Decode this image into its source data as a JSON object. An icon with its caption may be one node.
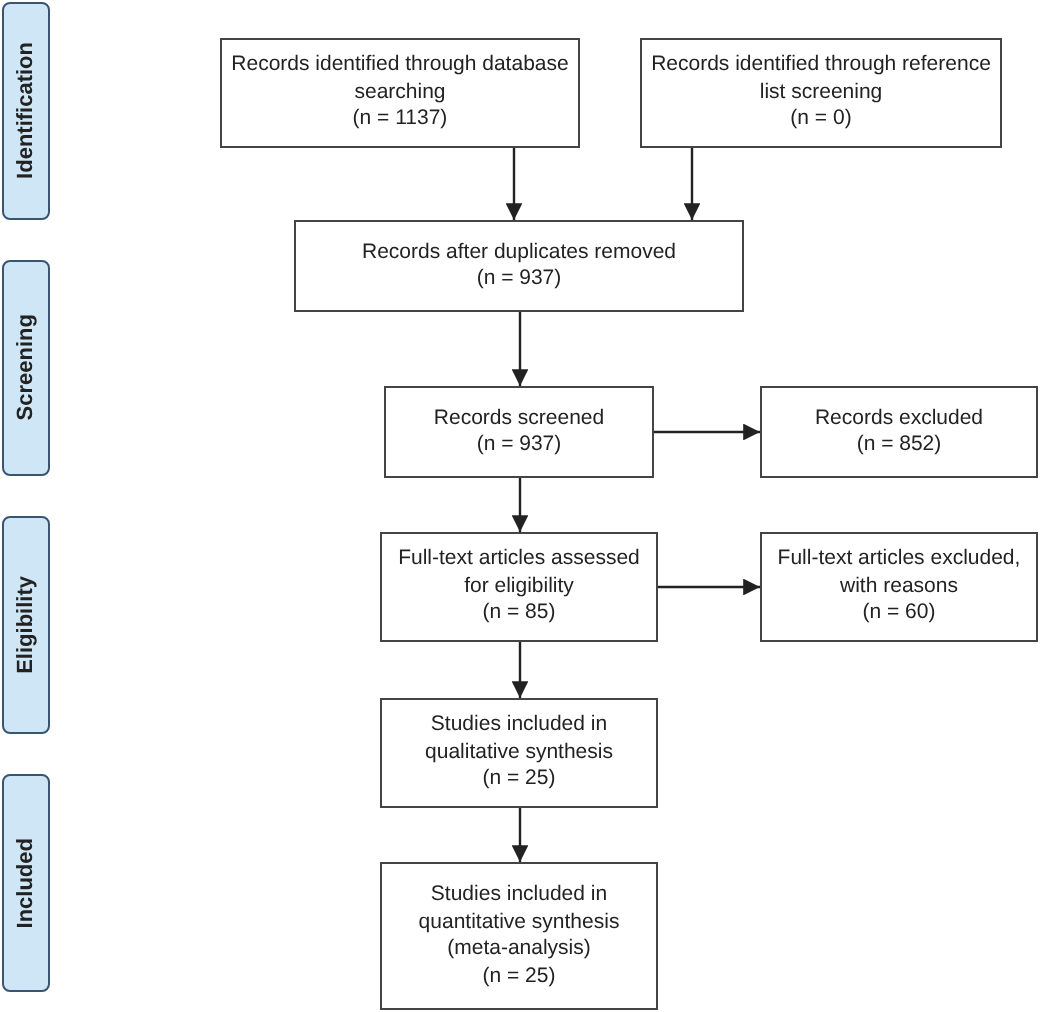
{
  "diagram": {
    "nodes": [
      {
        "text": [
          "Identification"
        ]
      },
      {
        "text": [
          "Screening"
        ]
      },
      {
        "text": [
          "Eligibility"
        ]
      },
      {
        "text": [
          "Included"
        ]
      },
      {
        "text": [
          "Records identified through database searching",
          "(n = 1137)"
        ]
      },
      {
        "text": [
          "Records identified through reference list screening",
          "(n = 0)"
        ]
      },
      {
        "text": [
          "Records after duplicates removed",
          "(n = 937)"
        ]
      },
      {
        "text": [
          "Records screened",
          "(n = 937)"
        ]
      },
      {
        "text": [
          "Records excluded",
          "(n = 852)"
        ]
      },
      {
        "text": [
          "Full-text articles assessed for eligibility",
          "(n = 85)"
        ]
      },
      {
        "text": [
          "Full-text articles excluded, with reasons",
          "(n = 60)"
        ]
      },
      {
        "text": [
          "Studies included in qualitative synthesis",
          "(n = 25)"
        ]
      },
      {
        "text": [
          "Studies included in quantitative synthesis (meta-analysis)",
          "(n = 25)"
        ]
      }
    ],
    "edges": [
      {
        "from": 4,
        "to": 6,
        "arrow": "to"
      },
      {
        "from": 5,
        "to": 6,
        "arrow": "to"
      },
      {
        "from": 6,
        "to": 7,
        "arrow": "to"
      },
      {
        "from": 7,
        "to": 8,
        "arrow": "to"
      },
      {
        "from": 7,
        "to": 9,
        "arrow": "to"
      },
      {
        "from": 9,
        "to": 10,
        "arrow": "to"
      },
      {
        "from": 9,
        "to": 11,
        "arrow": "to"
      },
      {
        "from": 11,
        "to": 12,
        "arrow": "to"
      }
    ]
  }
}
